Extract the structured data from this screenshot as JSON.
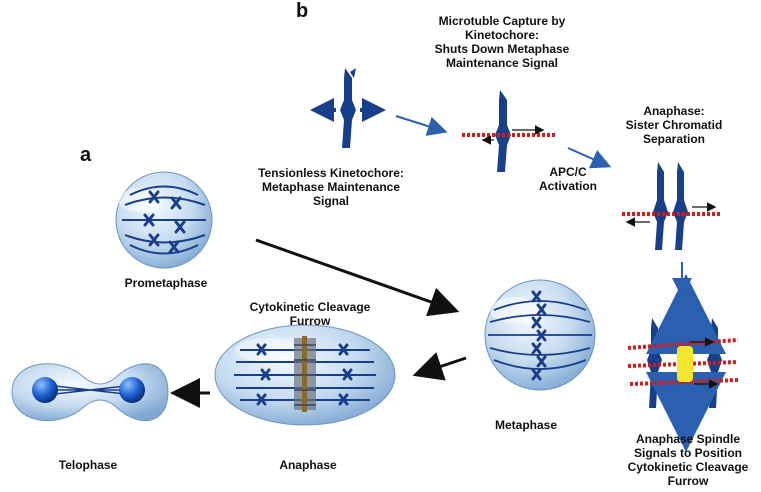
{
  "panels": {
    "a": "a",
    "b": "b"
  },
  "stages": {
    "prometaphase": "Prometaphase",
    "metaphase": "Metaphase",
    "anaphase": "Anaphase",
    "telophase": "Telophase",
    "cytokinetic_furrow": [
      "Cytokinetic Cleavage",
      "Furrow"
    ]
  },
  "signals": {
    "tensionless": [
      "Tensionless Kinetochore:",
      "Metaphase Maintenance",
      "Signal"
    ],
    "capture": [
      "Microtuble Capture by",
      "Kinetochore:",
      "Shuts Down Metaphase",
      "Maintenance Signal"
    ],
    "apc": [
      "APC/C",
      "Activation"
    ],
    "anaphase_sep": [
      "Anaphase:",
      "Sister Chromatid",
      "Separation"
    ],
    "spindle_signal": [
      "Anaphase Spindle",
      "Signals to Position",
      "Cytokinetic Cleavage",
      "Furrow"
    ]
  },
  "colors": {
    "chromosome": "#1a3f8a",
    "microtubule": "#cc1f1f",
    "signal": "#f4e62a",
    "cell": "#9fc3e4",
    "arrow_blue": "#2b5fb0",
    "arrow_black": "#111111",
    "furrow": "#8a6a2a"
  }
}
